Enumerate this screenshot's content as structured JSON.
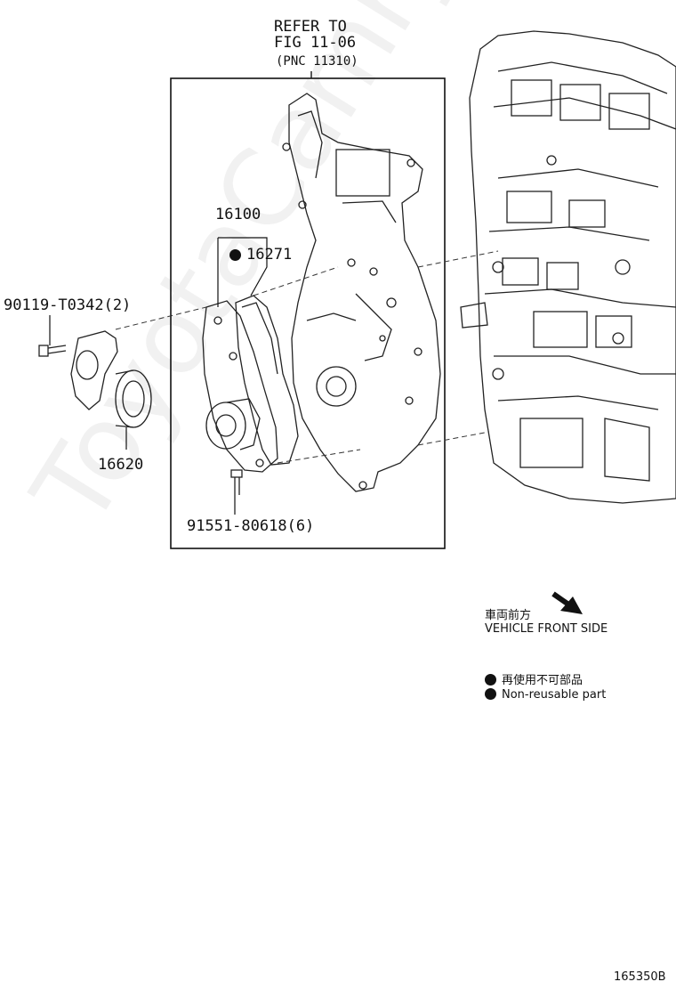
{
  "refer": {
    "line1": "REFER TO",
    "line2": "FIG 11-06",
    "line3": "(PNC 11310)"
  },
  "parts": {
    "p16100": "16100",
    "p16271": "16271",
    "p90119": "90119-T0342(2)",
    "p16620": "16620",
    "p91551": "91551-80618(6)"
  },
  "legend": {
    "front_jp": "車両前方",
    "front_en": "VEHICLE FRONT SIDE",
    "nonreuse_jp": "再使用不可部品",
    "nonreuse_en": "Non-reusable part"
  },
  "figure_id": "165350B",
  "watermark": "ToyotaCamry"
}
